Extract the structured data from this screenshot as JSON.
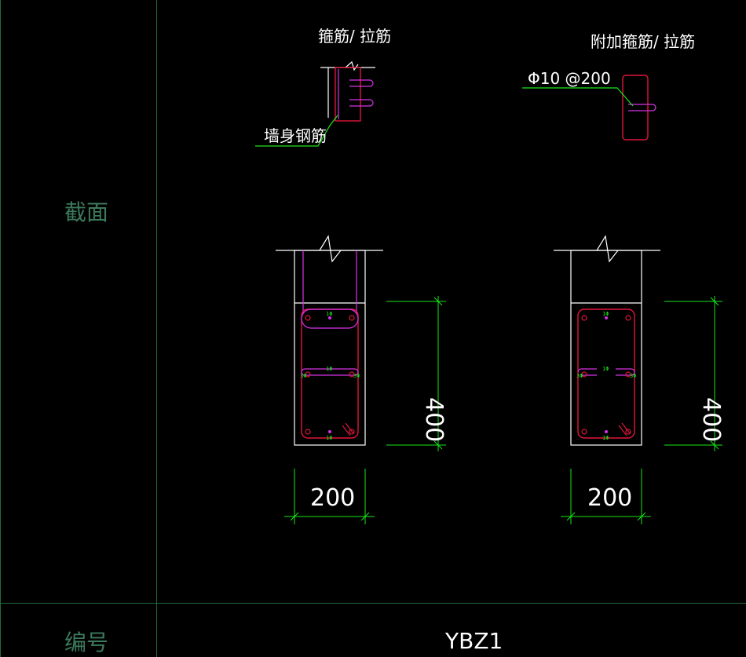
{
  "colors": {
    "background": "#000000",
    "grid_line": "#1f6b3f",
    "row_label": "#3c7a5c",
    "outline": "#ffffff",
    "stirrup": "#e0153a",
    "tie": "#d633e6",
    "dimension": "#19e619",
    "leader": "#19e619"
  },
  "table": {
    "section_label": "截面",
    "code_label": "编号",
    "code_value": "YBZ1"
  },
  "legend": {
    "left_title": "箍筋/ 拉筋",
    "left_note": "墙身钢筋",
    "right_title": "附加箍筋/ 拉筋",
    "right_note": "Φ10 @200"
  },
  "sections": [
    {
      "width_label": "200",
      "height_label": "400",
      "variant": "wall-tied"
    },
    {
      "width_label": "200",
      "height_label": "400",
      "variant": "additional-stirrup"
    }
  ]
}
